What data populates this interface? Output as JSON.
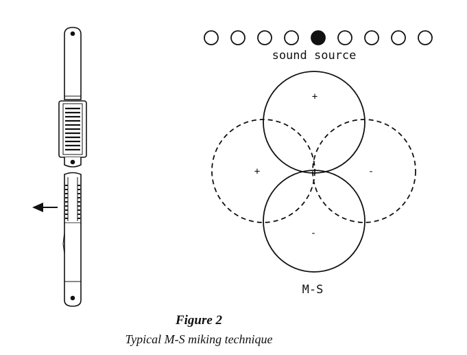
{
  "diagram": {
    "source_label": "sound source",
    "source_row": {
      "count": 9,
      "active_index": 4
    },
    "pattern_label": "M-S",
    "polarity": {
      "front": "+",
      "back": "-",
      "left": "+",
      "right": "-"
    }
  },
  "caption": {
    "title": "Figure 2",
    "subtitle": "Typical M-S miking technique"
  }
}
